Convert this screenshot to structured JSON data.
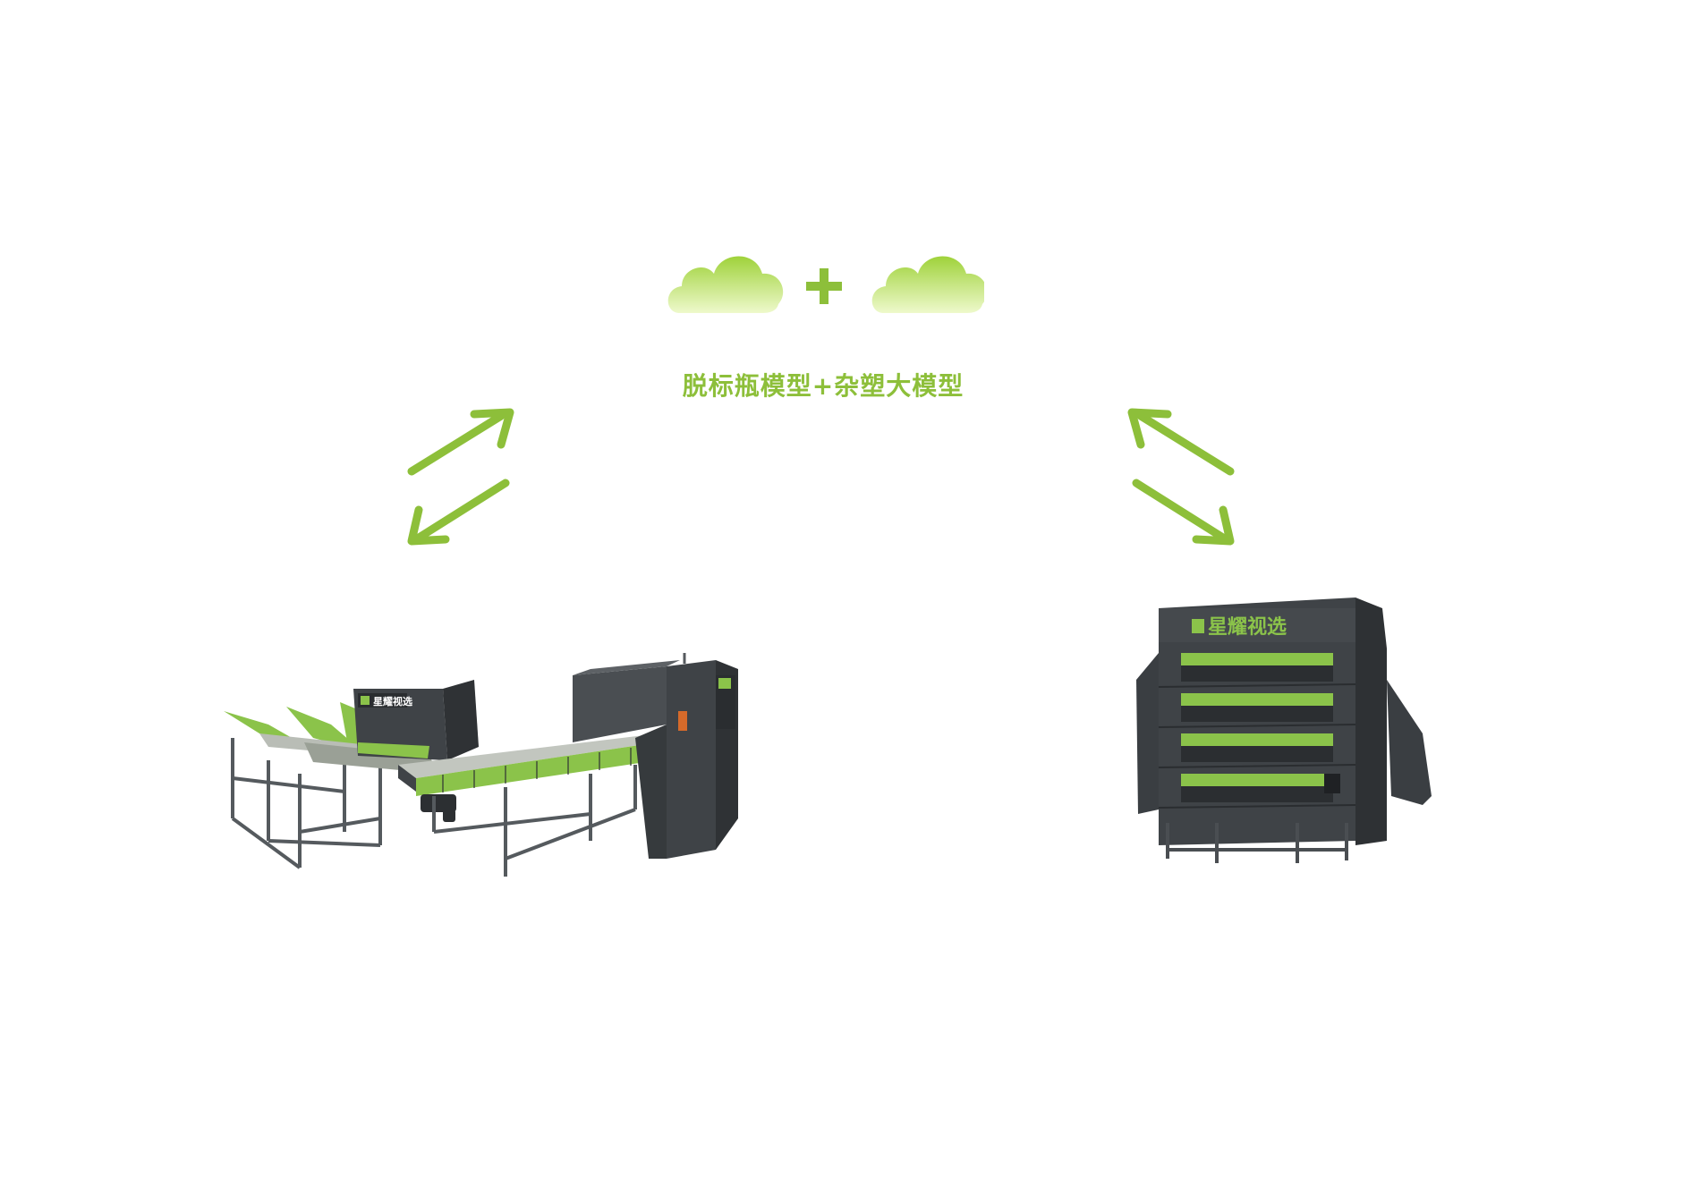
{
  "colors": {
    "accent": "#8dbf3a",
    "cloud_top": "#9fd23a",
    "cloud_bottom": "#eef9cc",
    "machine_dark": "#3f4347",
    "machine_green": "#8bc34a"
  },
  "clouds": {
    "left_icon": "cloud-icon",
    "plus_icon": "plus-icon",
    "right_icon": "cloud-icon"
  },
  "model_label": "脱标瓶模型+杂塑大模型",
  "left_arrows_icon": "bidirectional-arrows-icon",
  "right_arrows_icon": "bidirectional-arrows-icon",
  "left_machine": {
    "brand": "星耀视选"
  },
  "right_machine": {
    "brand": "星耀视选"
  }
}
